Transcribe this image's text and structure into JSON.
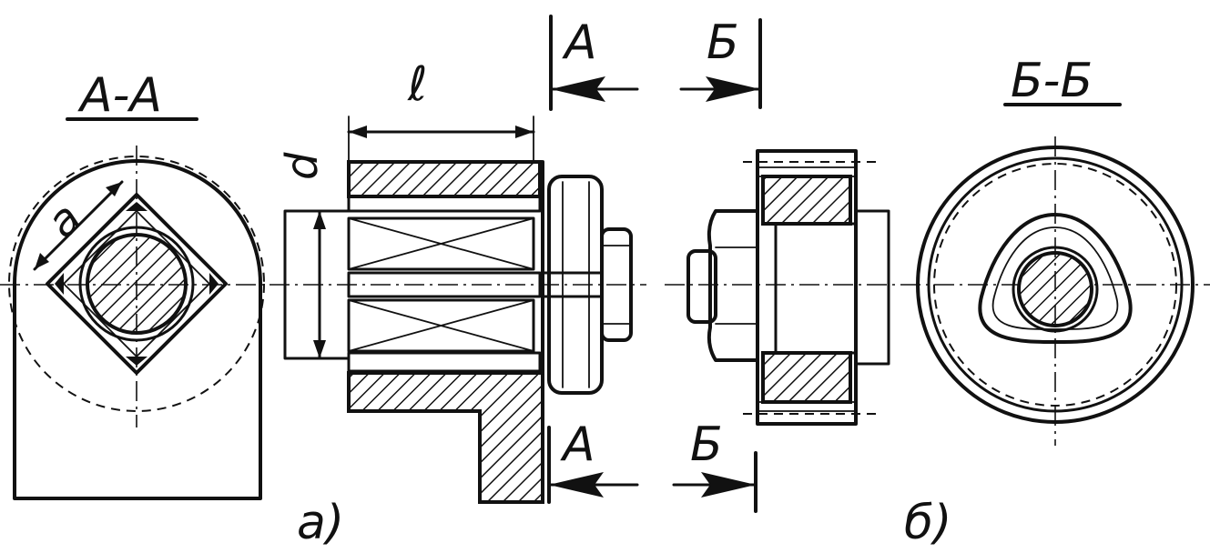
{
  "labels": {
    "section_a": "А-А",
    "section_b": "Б-Б",
    "dim_length": "ℓ",
    "dim_diameter": "d",
    "dim_side": "a",
    "cut_a_top": "А",
    "cut_b_top": "Б",
    "cut_a_bottom": "А",
    "cut_b_bottom": "Б",
    "figure_a": "а)",
    "figure_b": "б)"
  }
}
